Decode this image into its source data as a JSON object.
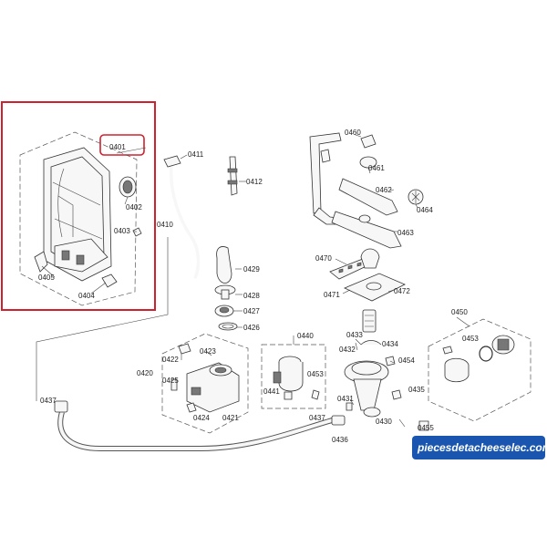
{
  "highlight_color": "#d0202e",
  "watermark_color": "#1a56b0",
  "watermark_text": "piecesdetacheeselec.com",
  "labels": {
    "p0401": "0401",
    "p0402": "0402",
    "p0403": "0403",
    "p0404": "0404",
    "p0405": "0405",
    "p0410": "0410",
    "p0411": "0411",
    "p0412": "0412",
    "p0420": "0420",
    "p0421": "0421",
    "p0422": "0422",
    "p0423": "0423",
    "p0424": "0424",
    "p0425": "0425",
    "p0426": "0426",
    "p0427": "0427",
    "p0428": "0428",
    "p0429": "0429",
    "p0430": "0430",
    "p0431": "0431",
    "p0432": "0432",
    "p0433": "0433",
    "p0434": "0434",
    "p0435": "0435",
    "p0436": "0436",
    "p0437a": "0437",
    "p0437b": "0437",
    "p0440": "0440",
    "p0441": "0441",
    "p0450": "0450",
    "p0453a": "0453",
    "p0453b": "0453",
    "p0454": "0454",
    "p0455": "0455",
    "p0460": "0460",
    "p0461": "0461",
    "p0462": "0462",
    "p0463": "0463",
    "p0464": "0464",
    "p0470": "0470",
    "p0471": "0471",
    "p0472": "0472"
  }
}
